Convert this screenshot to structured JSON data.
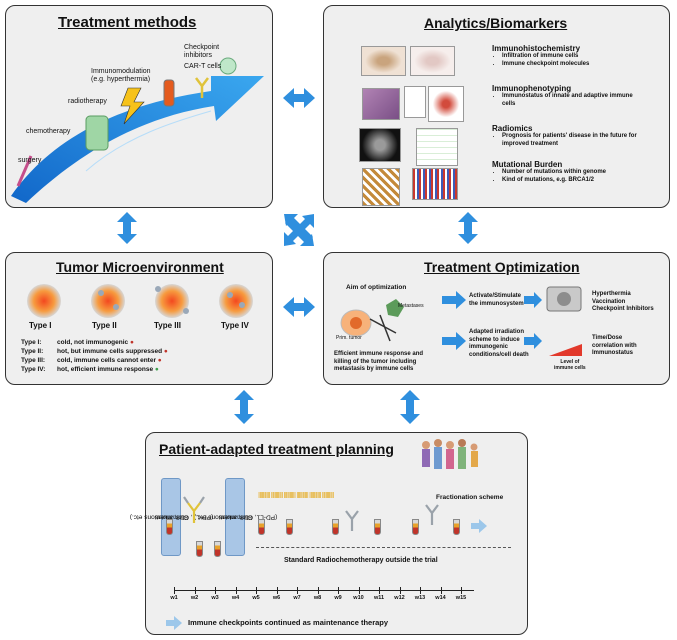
{
  "panels": {
    "treatment_methods": {
      "title": "Treatment methods",
      "labels": {
        "surgery": "surgery",
        "chemotherapy": "chemotherapy",
        "radiotherapy": "radiotherapy",
        "immunomodulation": "Immunomodulation",
        "hyperthermia": "(e.g. hyperthermia)",
        "checkpoint": "Checkpoint",
        "inhibitors": "inhibitors",
        "cart": "CAR-T cells"
      }
    },
    "analytics": {
      "title": "Analytics/Biomarkers",
      "sections": [
        {
          "heading": "Immunohistochemistry",
          "bullets": [
            "Infiltration of immune cells",
            "Immune checkpoint molecules"
          ]
        },
        {
          "heading": "Immunophenotyping",
          "bullets": [
            "Immunostatus of innate and adaptive immune",
            "cells"
          ]
        },
        {
          "heading": "Radiomics",
          "bullets": [
            "Prognosis for patients' disease in the future for",
            "improved treatment"
          ]
        },
        {
          "heading": "Mutational Burden",
          "bullets": [
            "Number of mutations within genome",
            "Kind of mutations, e.g. BRCA1/2"
          ]
        }
      ]
    },
    "tumor": {
      "title": "Tumor Microenvironment",
      "types": [
        "Type I",
        "Type II",
        "Type III",
        "Type IV"
      ],
      "descriptions": [
        {
          "label": "Type I:",
          "text": "cold, not immunogenic"
        },
        {
          "label": "Type II:",
          "text": "hot, but immune cells suppressed"
        },
        {
          "label": "Type III:",
          "text": "cold, immune cells cannot enter"
        },
        {
          "label": "Type IV:",
          "text": "hot, efficient immune response"
        }
      ]
    },
    "optimization": {
      "title": "Treatment Optimization",
      "aim": "Aim of optimization",
      "primary_tumor": "Prim. tumor",
      "metastases": "Metastases",
      "efficient": [
        "Efficient immune response and",
        "killing of the tumor including",
        "metastasis by immune cells"
      ],
      "activate": [
        "Activate/Stimulate",
        "the immunosystem"
      ],
      "adapted": [
        "Adapted irradiation",
        "scheme to induce",
        "immunogenic",
        "conditions/cell death"
      ],
      "hyper": [
        "Hyperthermia",
        "Vaccination",
        "Checkpoint Inhibitors"
      ],
      "timedose": [
        "Time/Dose",
        "correlation with",
        "Immunostatus"
      ],
      "level": [
        "Level of",
        "immune cells"
      ]
    },
    "planning": {
      "title": "Patient-adapted treatment planning",
      "biomarkers": [
        "Biomarkers",
        "(PD-L1, CD8, mutations etc.)"
      ],
      "fractionation": "Fractionation scheme",
      "standard": "Standard Radiochemotherapy outside the trial",
      "weeks": [
        "w1",
        "w2",
        "w3",
        "w4",
        "w5",
        "w6",
        "w7",
        "w8",
        "w9",
        "w10",
        "w11",
        "w12",
        "w13",
        "w14",
        "w15"
      ],
      "maintenance": "Immune checkpoints continued as maintenance therapy"
    }
  },
  "colors": {
    "arrow_blue": "#2f8fde",
    "panel_bg": "#efefef",
    "biomarker_box": "#a9c6e6"
  }
}
